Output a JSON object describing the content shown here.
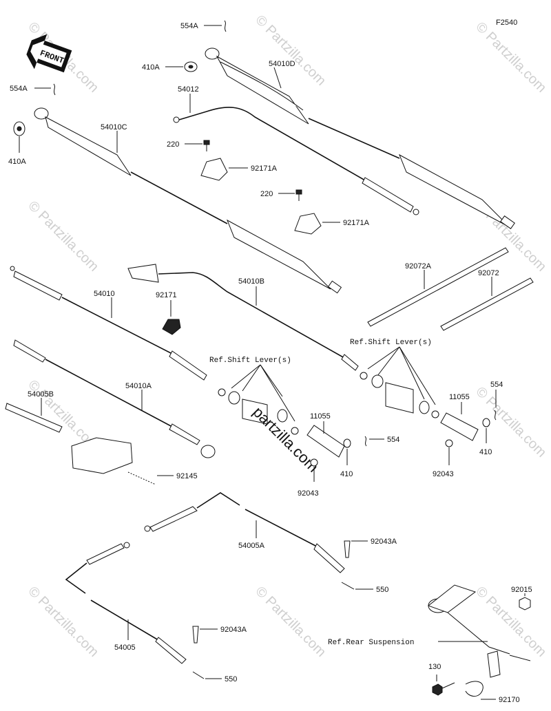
{
  "diagram_code": "F2540",
  "front_label": "FRONT",
  "watermark_text": "© Partzilla.com",
  "center_watermark": "partzilla.com",
  "refs": {
    "shift_lever_1": "Ref.Shift Lever(s)",
    "shift_lever_2": "Ref.Shift Lever(s)",
    "rear_suspension": "Ref.Rear Suspension"
  },
  "parts": [
    {
      "id": "p-554A-top",
      "label": "554A"
    },
    {
      "id": "p-410A-top",
      "label": "410A"
    },
    {
      "id": "p-54010D",
      "label": "54010D"
    },
    {
      "id": "p-54012",
      "label": "54012"
    },
    {
      "id": "p-554A-left",
      "label": "554A"
    },
    {
      "id": "p-54010C",
      "label": "54010C"
    },
    {
      "id": "p-410A-left",
      "label": "410A"
    },
    {
      "id": "p-220-a",
      "label": "220"
    },
    {
      "id": "p-92171A-a",
      "label": "92171A"
    },
    {
      "id": "p-220-b",
      "label": "220"
    },
    {
      "id": "p-92171A-b",
      "label": "92171A"
    },
    {
      "id": "p-92072A",
      "label": "92072A"
    },
    {
      "id": "p-92072",
      "label": "92072"
    },
    {
      "id": "p-54010",
      "label": "54010"
    },
    {
      "id": "p-92171",
      "label": "92171"
    },
    {
      "id": "p-54010B",
      "label": "54010B"
    },
    {
      "id": "p-54010A",
      "label": "54010A"
    },
    {
      "id": "p-54005B",
      "label": "54005B"
    },
    {
      "id": "p-92145",
      "label": "92145"
    },
    {
      "id": "p-11055-a",
      "label": "11055"
    },
    {
      "id": "p-554-a",
      "label": "554"
    },
    {
      "id": "p-410-a",
      "label": "410"
    },
    {
      "id": "p-92043-a",
      "label": "92043"
    },
    {
      "id": "p-11055-b",
      "label": "11055"
    },
    {
      "id": "p-554-b",
      "label": "554"
    },
    {
      "id": "p-410-b",
      "label": "410"
    },
    {
      "id": "p-92043-b",
      "label": "92043"
    },
    {
      "id": "p-54005A",
      "label": "54005A"
    },
    {
      "id": "p-92043A-a",
      "label": "92043A"
    },
    {
      "id": "p-550-a",
      "label": "550"
    },
    {
      "id": "p-54005",
      "label": "54005"
    },
    {
      "id": "p-92043A-b",
      "label": "92043A"
    },
    {
      "id": "p-550-b",
      "label": "550"
    },
    {
      "id": "p-92015",
      "label": "92015"
    },
    {
      "id": "p-130",
      "label": "130"
    },
    {
      "id": "p-92170",
      "label": "92170"
    }
  ]
}
